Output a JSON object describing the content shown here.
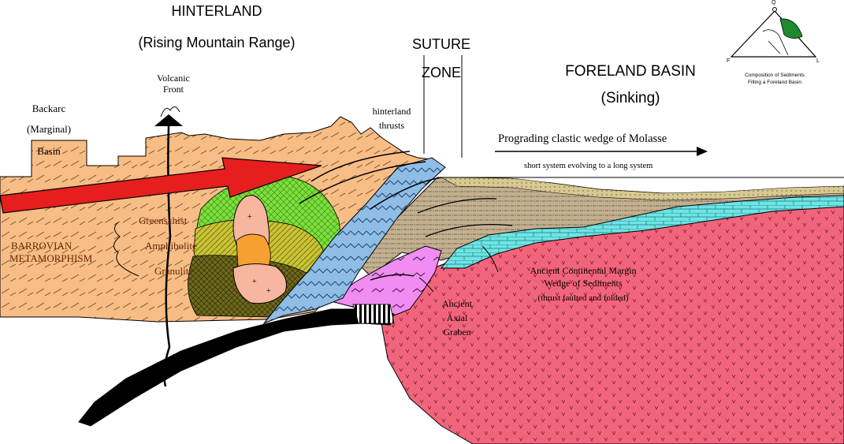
{
  "headings": {
    "hinterland_1": "HINTERLAND",
    "hinterland_2": "(Rising Mountain Range)",
    "suture_1": "SUTURE",
    "suture_2": "ZONE",
    "foreland_1": "FORELAND BASIN",
    "foreland_2": "(Sinking)"
  },
  "labels": {
    "volcanic_front_1": "Volcanic",
    "volcanic_front_2": "Front",
    "backarc_1": "Backarc",
    "backarc_2": "(Marginal)",
    "backarc_3": "Basin",
    "hinterland_thrusts_1": "hinterland",
    "hinterland_thrusts_2": "thrusts",
    "molasse": "Prograding clastic wedge of Molasse",
    "short_long": "short system evolving to a long system",
    "greenschist": "Greenschist",
    "amphibolite": "Amphibolite",
    "granulite": "Granulite",
    "barrovian_1": "BARROVIAN",
    "barrovian_2": "METAMORPHISM",
    "ancient_margin_1": "Ancient Continental Margin",
    "ancient_margin_2": "Wedge of Sediments",
    "ancient_margin_3": "(thrust faulted and folded)",
    "axial_graben_1": "Ancient",
    "axial_graben_2": "Axial",
    "axial_graben_3": "Graben"
  },
  "inset": {
    "vertex_top": "Q",
    "vertex_left": "F",
    "vertex_right": "L",
    "caption_1": "Composition of Sediments",
    "caption_2": "Filling a Foreland Basin"
  },
  "colors": {
    "hinterland": "#f7bd85",
    "greenschist": "#7be03c",
    "amphibolite": "#c9c435",
    "granulite": "#6f6a1c",
    "suture": "#8fbde6",
    "molasse": "#c4b08e",
    "molasse_upper": "#d9c98f",
    "limestone": "#6fe4e4",
    "basement": "#f1657c",
    "graben": "#f08cf2",
    "pluton": "#f7b6a0",
    "slab": "#000000",
    "arrow": "#e61e1e",
    "inset_green": "#1e8a2e"
  },
  "icons": {
    "arrow": "red-arrow-icon",
    "volcano": "volcano-icon",
    "triangle": "qfl-triangle-icon"
  }
}
